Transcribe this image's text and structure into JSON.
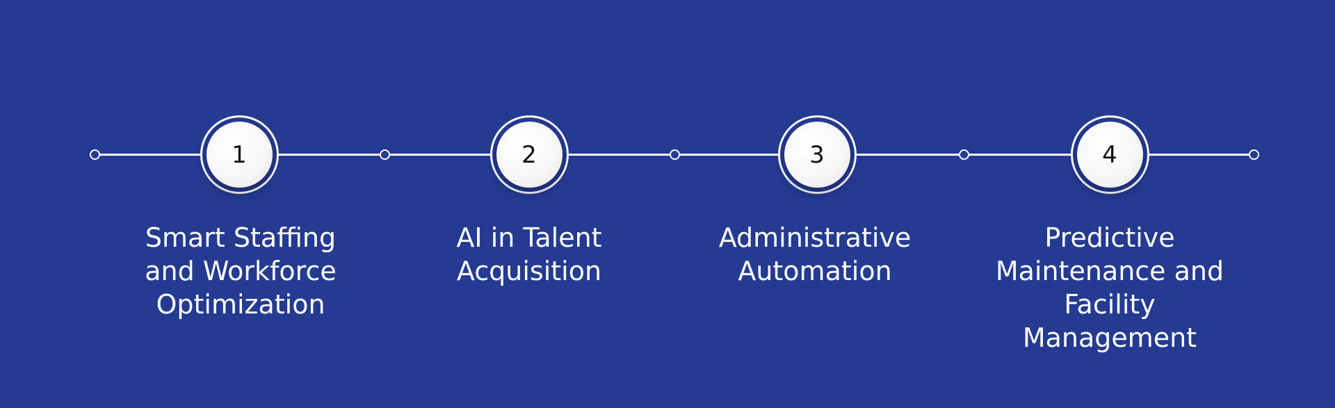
{
  "colors": {
    "background": "#253a91",
    "line": "#ffffff",
    "circle_fill": "#f6f6f8",
    "number_text": "#111111",
    "label_text": "#ffffff"
  },
  "steps": [
    {
      "number": "1",
      "label": "Smart Staffing\nand Workforce\nOptimization"
    },
    {
      "number": "2",
      "label": "AI in Talent\nAcquisition"
    },
    {
      "number": "3",
      "label": "Administrative\nAutomation"
    },
    {
      "number": "4",
      "label": "Predictive\nMaintenance and\nFacility Management"
    }
  ]
}
